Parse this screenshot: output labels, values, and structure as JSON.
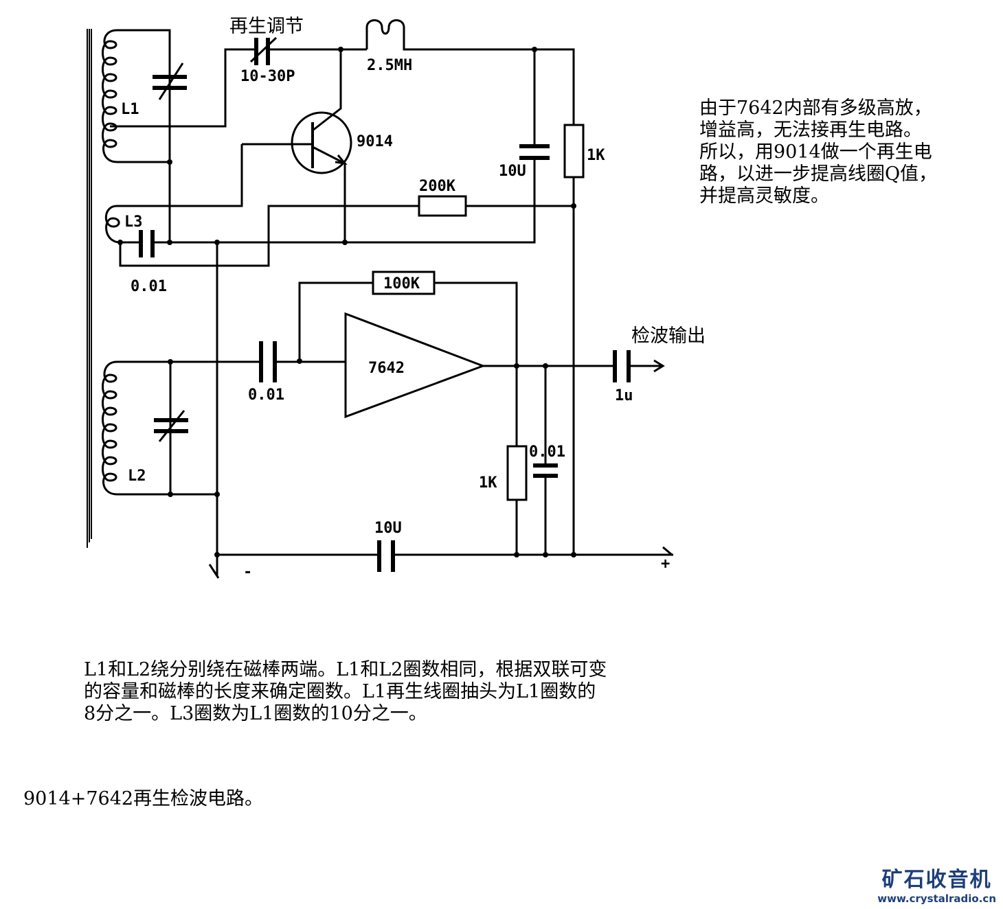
{
  "labels": {
    "regen_title": "再生调节",
    "trimmer": "10-30P",
    "choke": "2.5MH",
    "transistor": "9014",
    "cap_10u_top": "10U",
    "res_1k_top": "1K",
    "res_200k": "200K",
    "l1": "L1",
    "l3": "L3",
    "l2": "L2",
    "cap_l3": "0.01",
    "res_100k": "100K",
    "opamp": "7642",
    "cap_in": "0.01",
    "cap_out": "1u",
    "detect_out": "检波输出",
    "cap_bypass": "0.01",
    "res_1k_bottom": "1K",
    "cap_10u_bottom": "10U",
    "minus": "-",
    "plus": "+"
  },
  "notes": {
    "right": [
      "由于7642内部有多级高放，",
      "增益高，无法接再生电路。",
      "所以，用9014做一个再生电",
      "路，以进一步提高线圈Q值，",
      "并提高灵敏度。"
    ],
    "bottom": [
      "L1和L2绕分别绕在磁棒两端。L1和L2圈数相同，根据双联可变",
      "的容量和磁棒的长度来确定圈数。L1再生线圈抽头为L1圈数的",
      "8分之一。L3圈数为L1圈数的10分之一。"
    ],
    "caption": "9014+7642再生检波电路。"
  },
  "logo": {
    "title": "矿石收音机",
    "url": "www.crystalradio.cn"
  }
}
